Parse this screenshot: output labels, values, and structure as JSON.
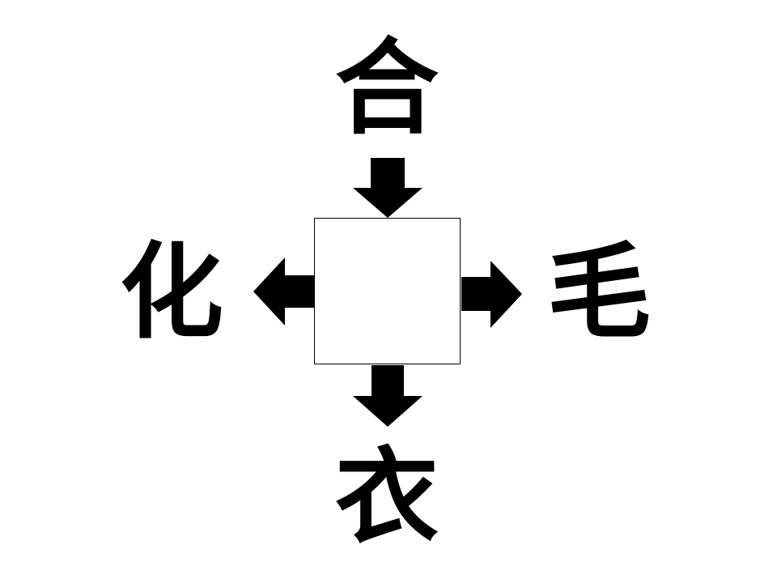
{
  "puzzle": {
    "top": "合",
    "left": "化",
    "right": "毛",
    "bottom": "衣",
    "answer": ""
  },
  "colors": {
    "ink": "#000000",
    "background": "#ffffff"
  }
}
